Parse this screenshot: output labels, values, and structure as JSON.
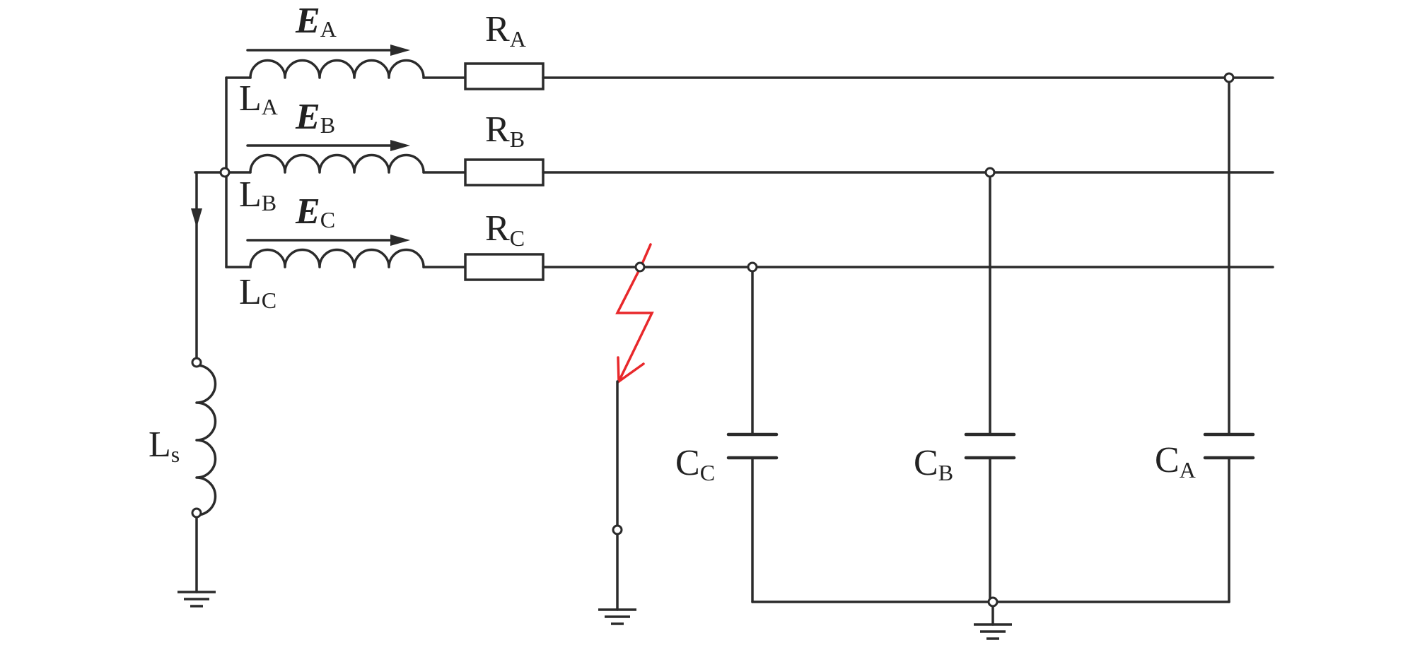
{
  "colors": {
    "wire": "#2b2b2b",
    "fault": "#e8282b",
    "background": "#ffffff"
  },
  "labels": {
    "emf_a": {
      "main": "E",
      "sub": "A"
    },
    "emf_b": {
      "main": "E",
      "sub": "B"
    },
    "emf_c": {
      "main": "E",
      "sub": "C"
    },
    "ind_a": {
      "main": "L",
      "sub": "A"
    },
    "ind_b": {
      "main": "L",
      "sub": "B"
    },
    "ind_c": {
      "main": "L",
      "sub": "C"
    },
    "res_a": {
      "main": "R",
      "sub": "A"
    },
    "res_b": {
      "main": "R",
      "sub": "B"
    },
    "res_c": {
      "main": "R",
      "sub": "C"
    },
    "cap_a": {
      "main": "C",
      "sub": "A"
    },
    "cap_b": {
      "main": "C",
      "sub": "B"
    },
    "cap_c": {
      "main": "C",
      "sub": "C"
    },
    "ind_s": {
      "main": "L",
      "sub": "s"
    }
  }
}
